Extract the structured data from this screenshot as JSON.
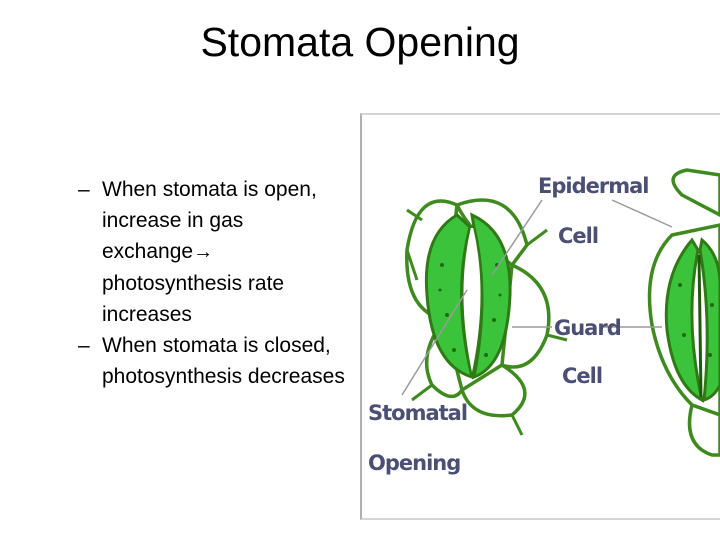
{
  "slide": {
    "title": "Stomata Opening",
    "bullets": [
      {
        "dash": "–",
        "before_arrow": "When stomata is open, increase in gas exchange",
        "arrow": "→",
        "after_arrow": " photosynthesis rate increases"
      },
      {
        "dash": "–",
        "text": "When stomata is closed, photosynthesis decreases"
      }
    ]
  },
  "figure": {
    "labels": {
      "epidermal_line1": "Epidermal",
      "epidermal_line2": "Cell",
      "guard_line1": "Guard",
      "guard_line2": "Cell",
      "stomatal_line1": "Stomatal",
      "stomatal_line2": "Opening"
    },
    "colors": {
      "cell_wall": "#3e8a1f",
      "guard_cell": "#3cc33c",
      "pore": "#ffffff",
      "label": "#4a4f73"
    }
  }
}
